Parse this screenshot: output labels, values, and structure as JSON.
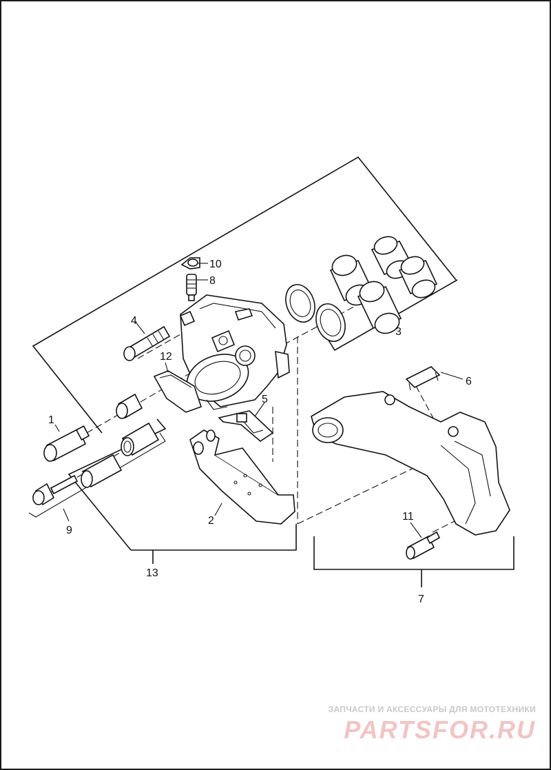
{
  "diagram": {
    "callouts": {
      "c1": "1",
      "c2": "2",
      "c3": "3",
      "c4": "4",
      "c5": "5",
      "c6": "6",
      "c7": "7",
      "c8": "8",
      "c9": "9",
      "c10": "10",
      "c11": "11",
      "c12": "12",
      "c13": "13"
    }
  },
  "watermark": {
    "tagline": "ЗАПЧАСТИ И АКСЕССУАРЫ ДЛЯ МОТОТЕХНИКИ",
    "brand": "PARTSFOR.RU",
    "brand_color": "#f2c4c4"
  }
}
